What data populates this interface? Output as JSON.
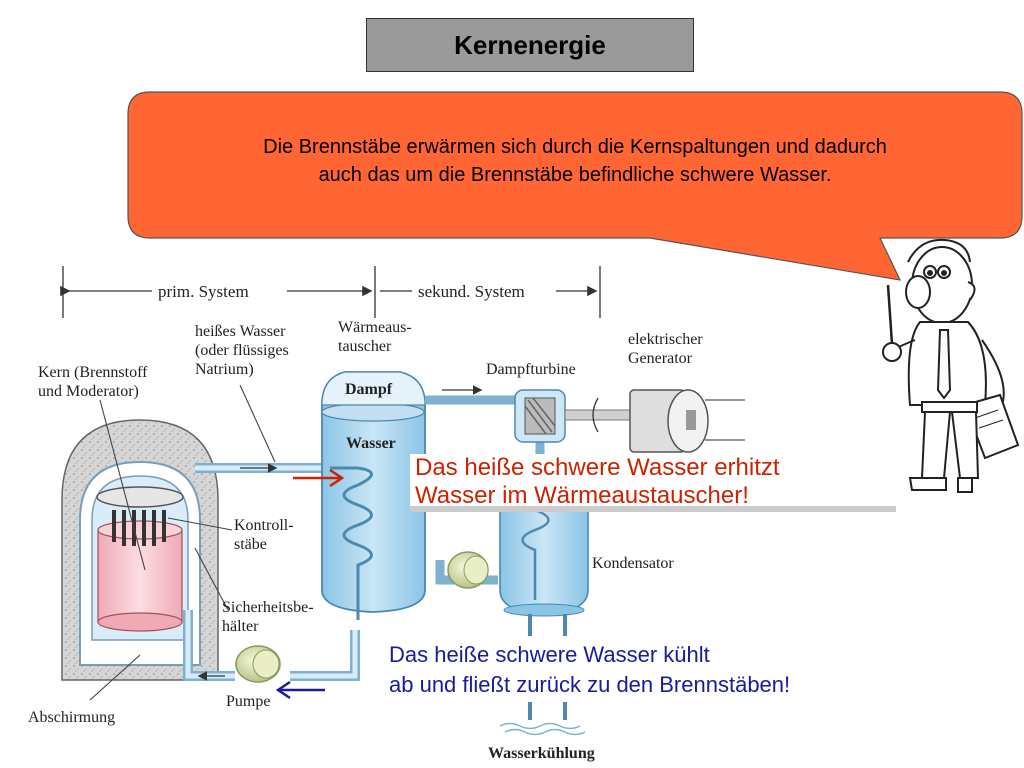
{
  "slide": {
    "title": "Kernenergie",
    "callout": {
      "line1": "Die Brennstäbe erwärmen sich durch die Kernspaltungen und dadurch",
      "line2": "auch das um die Brennstäbe befindliche schwere Wasser."
    }
  },
  "diagram": {
    "system_labels": {
      "primary": "prim. System",
      "secondary": "sekund. System"
    },
    "labels": {
      "hot_water": [
        "heißes Wasser",
        "(oder flüssiges",
        "Natrium)"
      ],
      "heat_exchanger": [
        "Wärmeaus-",
        "tauscher"
      ],
      "core": [
        "Kern (Brennstoff",
        "und Moderator)"
      ],
      "steam": "Dampf",
      "water": "Wasser",
      "turbine": "Dampfturbine",
      "generator": [
        "elektrischer",
        "Generator"
      ],
      "control_rods": [
        "Kontroll-",
        "stäbe"
      ],
      "condenser": "Kondensator",
      "containment": [
        "Sicherheitsbe-",
        "hälter"
      ],
      "pump": "Pumpe",
      "shielding": "Abschirmung",
      "cooling": "Wasserkühlung"
    },
    "overlays": {
      "heat_note": [
        "Das heiße schwere Wasser erhitzt",
        "Wasser im Wärmeaustauscher!"
      ],
      "return_note": [
        "Das heiße schwere Wasser kühlt",
        "ab und fließt zurück zu den Brennstäben!"
      ]
    },
    "colors": {
      "callout_fill": "#ff6633",
      "heat_note_text": "#cc2200",
      "return_note_text": "#1a1aa0",
      "water_fill": "#a8d4ee",
      "core_fill": "#f4c0c8",
      "shield_fill": "#d8d8d8"
    }
  }
}
